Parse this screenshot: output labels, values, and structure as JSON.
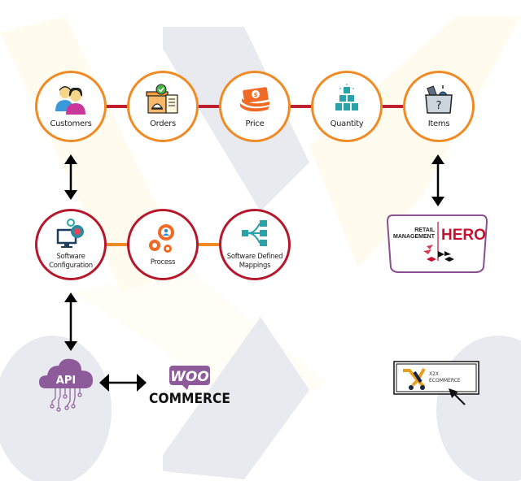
{
  "top_row": {
    "nodes": [
      {
        "label": "Customers",
        "icon": "customers-icon"
      },
      {
        "label": "Orders",
        "icon": "orders-icon"
      },
      {
        "label": "Price",
        "icon": "price-money-icon"
      },
      {
        "label": "Quantity",
        "icon": "quantity-boxes-icon"
      },
      {
        "label": "Items",
        "icon": "items-basket-icon"
      }
    ],
    "border_color": "#f08a24",
    "connector_color": "#c0202d"
  },
  "middle_row": {
    "nodes": [
      {
        "label_line1": "Software",
        "label_line2": "Configuration",
        "icon": "software-config-icon"
      },
      {
        "label_line1": "Process",
        "label_line2": "",
        "icon": "process-gears-icon"
      },
      {
        "label_line1": "Software Defined",
        "label_line2": "Mappings",
        "icon": "mappings-tree-icon"
      }
    ],
    "border_color": "#b5182a",
    "connector_color": "#f08a24"
  },
  "logos": {
    "retail_hero": {
      "line1": "RETAIL",
      "line2": "MANAGEMENT",
      "brand": "HERO",
      "brand_color": "#c8102e",
      "frame_color": "#8a4f8f"
    },
    "api": {
      "label": "API",
      "color": "#8e5b9a"
    },
    "woocommerce": {
      "top": "WOO",
      "bottom": "COMMERCE",
      "color": "#8e5b9a"
    },
    "x2x": {
      "line1": "X2X",
      "line2": "ECOMMERCE",
      "accent": "#e8a020"
    }
  },
  "colors": {
    "bg_gray": "#e9e9f0",
    "bg_cream": "#fffbef"
  }
}
